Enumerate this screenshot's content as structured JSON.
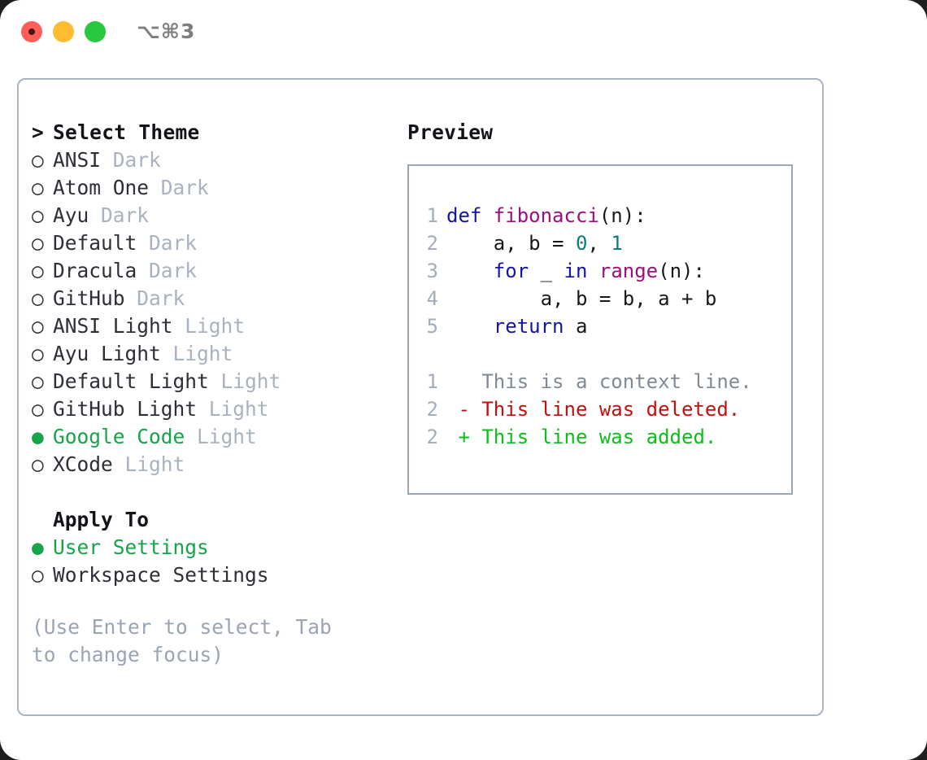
{
  "window": {
    "title": "⌥⌘3",
    "controls": [
      "close",
      "minimize",
      "maximize"
    ]
  },
  "colors": {
    "accent_green": "#16a34a",
    "muted": "#a9b2bf",
    "panel_border": "#aab4c0",
    "keyword": "#1414a8",
    "function": "#9c0f7d",
    "number": "#0c7c7c",
    "diff_removed": "#c40f0f",
    "diff_added": "#0bbf19",
    "line_number": "#a4adba"
  },
  "theme_picker": {
    "heading": "Select Theme",
    "heading_marker": ">",
    "marker_unselected": "○",
    "marker_selected": "●",
    "items": [
      {
        "name": "ANSI",
        "variant": "Dark",
        "selected": false
      },
      {
        "name": "Atom One",
        "variant": "Dark",
        "selected": false
      },
      {
        "name": "Ayu",
        "variant": "Dark",
        "selected": false
      },
      {
        "name": "Default",
        "variant": "Dark",
        "selected": false
      },
      {
        "name": "Dracula",
        "variant": "Dark",
        "selected": false
      },
      {
        "name": "GitHub",
        "variant": "Dark",
        "selected": false
      },
      {
        "name": "ANSI Light",
        "variant": "Light",
        "selected": false
      },
      {
        "name": "Ayu Light",
        "variant": "Light",
        "selected": false
      },
      {
        "name": "Default Light",
        "variant": "Light",
        "selected": false
      },
      {
        "name": "GitHub Light",
        "variant": "Light",
        "selected": false
      },
      {
        "name": "Google Code",
        "variant": "Light",
        "selected": true
      },
      {
        "name": "XCode",
        "variant": "Light",
        "selected": false
      }
    ]
  },
  "apply_to": {
    "heading": "Apply To",
    "items": [
      {
        "name": "User Settings",
        "selected": true
      },
      {
        "name": "Workspace Settings",
        "selected": false
      }
    ]
  },
  "hint": "(Use Enter to select, Tab to change focus)",
  "preview": {
    "title": "Preview",
    "code_lines": [
      {
        "num": "1",
        "tokens": [
          {
            "t": "def ",
            "c": "kw"
          },
          {
            "t": "fibonacci",
            "c": "fn"
          },
          {
            "t": "(n):",
            "c": "plain"
          }
        ]
      },
      {
        "num": "2",
        "tokens": [
          {
            "t": "    a, b = ",
            "c": "plain"
          },
          {
            "t": "0",
            "c": "num"
          },
          {
            "t": ", ",
            "c": "plain"
          },
          {
            "t": "1",
            "c": "num"
          }
        ]
      },
      {
        "num": "3",
        "tokens": [
          {
            "t": "    ",
            "c": "plain"
          },
          {
            "t": "for",
            "c": "kw"
          },
          {
            "t": " _ ",
            "c": "plain"
          },
          {
            "t": "in",
            "c": "kw"
          },
          {
            "t": " ",
            "c": "plain"
          },
          {
            "t": "range",
            "c": "fn"
          },
          {
            "t": "(n):",
            "c": "plain"
          }
        ]
      },
      {
        "num": "4",
        "tokens": [
          {
            "t": "        a, b = b, a + b",
            "c": "plain"
          }
        ]
      },
      {
        "num": "5",
        "tokens": [
          {
            "t": "    ",
            "c": "plain"
          },
          {
            "t": "return",
            "c": "kw"
          },
          {
            "t": " a",
            "c": "plain"
          }
        ]
      }
    ],
    "diff_lines": [
      {
        "num": "1",
        "marker": " ",
        "text": "This is a context line.",
        "kind": "ctx"
      },
      {
        "num": "2",
        "marker": "-",
        "text": "This line was deleted.",
        "kind": "del"
      },
      {
        "num": "2",
        "marker": "+",
        "text": "This line was added.",
        "kind": "add"
      }
    ]
  }
}
